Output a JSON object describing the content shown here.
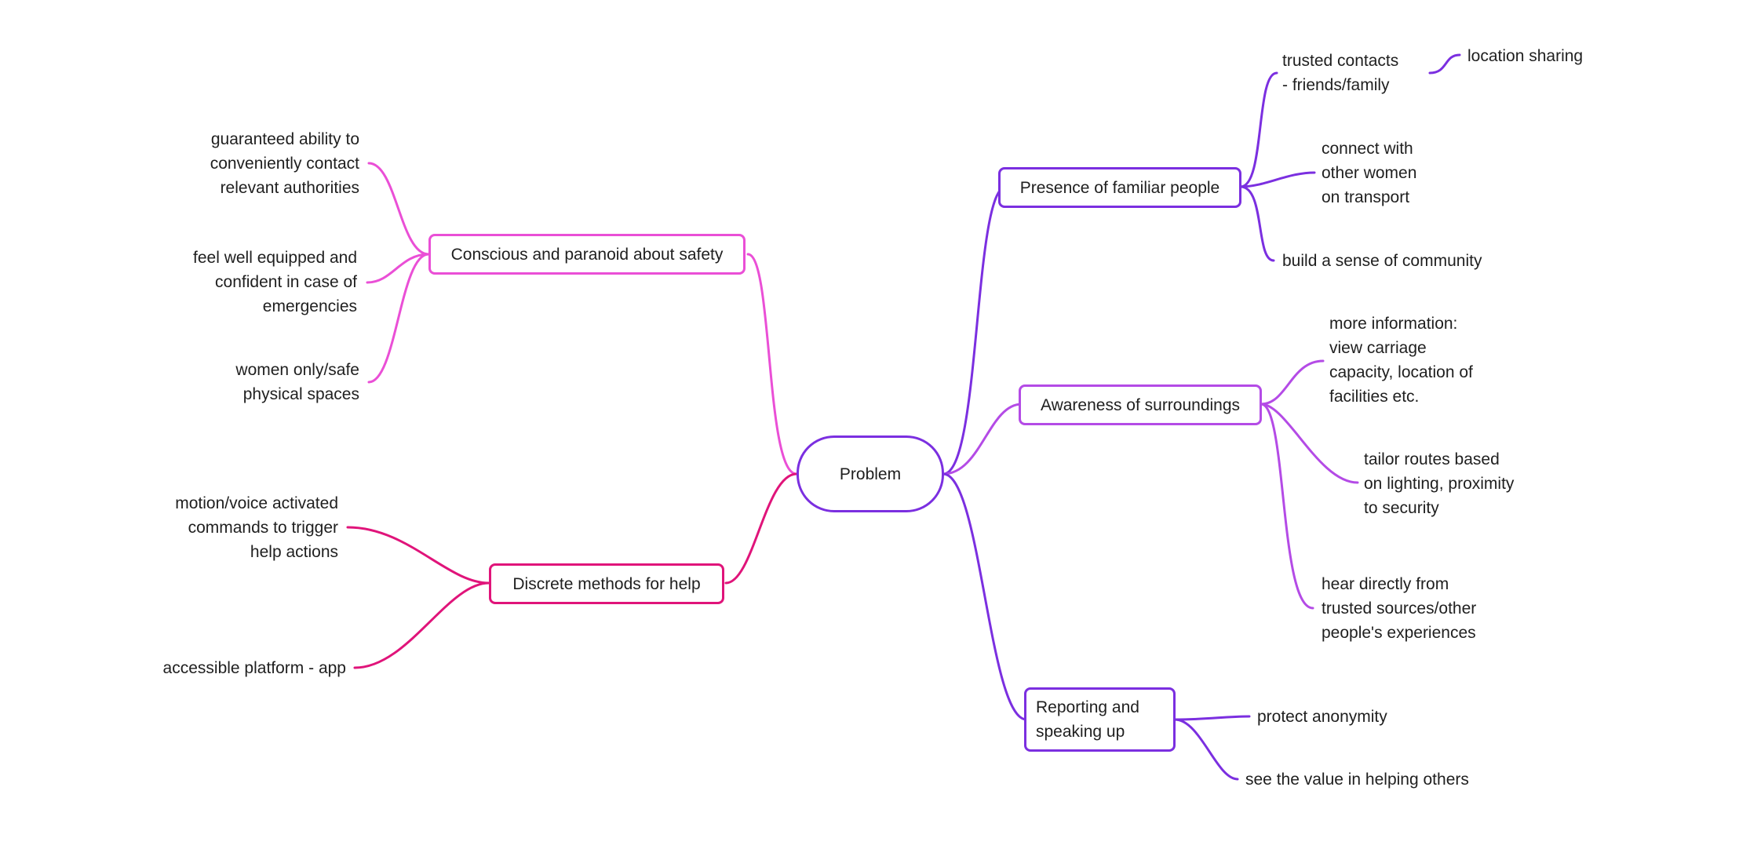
{
  "colors": {
    "root": "#7b2fe0",
    "presence": "#7b2fe0",
    "awareness": "#b44be6",
    "reporting": "#7b2fe0",
    "conscious": "#ea4fd6",
    "discrete": "#e0147a"
  },
  "root": {
    "label": "Problem"
  },
  "branches": {
    "presence": {
      "label": "Presence of familiar people",
      "children": {
        "trusted": "trusted contacts\n- friends/family",
        "location": "location sharing",
        "connect": "connect with\nother women\non transport",
        "community": "build a sense of community"
      }
    },
    "awareness": {
      "label": "Awareness of surroundings",
      "children": {
        "info": "more information:\nview carriage\ncapacity, location of\nfacilities etc.",
        "routes": "tailor routes based\non lighting, proximity\nto security",
        "hear": "hear directly from\ntrusted sources/other\npeople's experiences"
      }
    },
    "reporting": {
      "label": "Reporting and\nspeaking up",
      "children": {
        "anonymity": "protect anonymity",
        "value": "see the value in helping others"
      }
    },
    "conscious": {
      "label": "Conscious and paranoid about safety",
      "children": {
        "authorities": "guaranteed ability to\nconveniently contact\nrelevant authorities",
        "equipped": "feel well equipped and\nconfident in case of\nemergencies",
        "spaces": "women only/safe\nphysical spaces"
      }
    },
    "discrete": {
      "label": "Discrete methods for help",
      "children": {
        "motion": "motion/voice activated\ncommands to trigger\nhelp actions",
        "platform": "accessible platform - app"
      }
    }
  }
}
